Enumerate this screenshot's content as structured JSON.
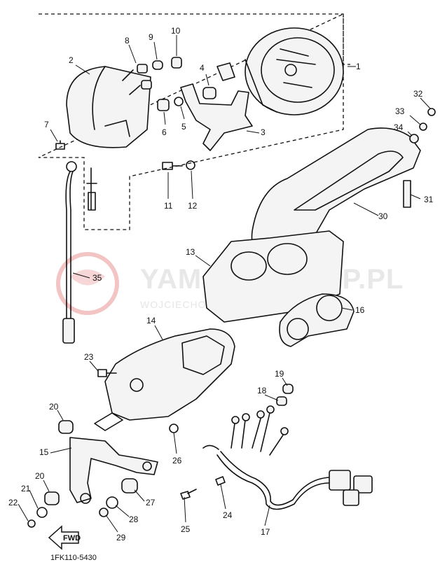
{
  "diagram": {
    "figure_code": "1FK110-5430",
    "direction_arrow": "FWD",
    "watermark": {
      "brand": "YAMAHASKLEP.PL",
      "subtitle": "WOJCIECHOWSKI - DEALER YAMAHA"
    },
    "callouts": [
      {
        "id": "1",
        "label": "1"
      },
      {
        "id": "2",
        "label": "2"
      },
      {
        "id": "3",
        "label": "3"
      },
      {
        "id": "4",
        "label": "4"
      },
      {
        "id": "5",
        "label": "5"
      },
      {
        "id": "6",
        "label": "6"
      },
      {
        "id": "7",
        "label": "7"
      },
      {
        "id": "8",
        "label": "8"
      },
      {
        "id": "9",
        "label": "9"
      },
      {
        "id": "10",
        "label": "10"
      },
      {
        "id": "11",
        "label": "11"
      },
      {
        "id": "12",
        "label": "12"
      },
      {
        "id": "13",
        "label": "13"
      },
      {
        "id": "14",
        "label": "14"
      },
      {
        "id": "15",
        "label": "15"
      },
      {
        "id": "16",
        "label": "16"
      },
      {
        "id": "17",
        "label": "17"
      },
      {
        "id": "18",
        "label": "18"
      },
      {
        "id": "19",
        "label": "19"
      },
      {
        "id": "20a",
        "label": "20"
      },
      {
        "id": "20b",
        "label": "20"
      },
      {
        "id": "21",
        "label": "21"
      },
      {
        "id": "22",
        "label": "22"
      },
      {
        "id": "23",
        "label": "23"
      },
      {
        "id": "24",
        "label": "24"
      },
      {
        "id": "25",
        "label": "25"
      },
      {
        "id": "26",
        "label": "26"
      },
      {
        "id": "27",
        "label": "27"
      },
      {
        "id": "28",
        "label": "28"
      },
      {
        "id": "29",
        "label": "29"
      },
      {
        "id": "30",
        "label": "30"
      },
      {
        "id": "31",
        "label": "31"
      },
      {
        "id": "32",
        "label": "32"
      },
      {
        "id": "33",
        "label": "33"
      },
      {
        "id": "34",
        "label": "34"
      },
      {
        "id": "35",
        "label": "35"
      }
    ]
  }
}
